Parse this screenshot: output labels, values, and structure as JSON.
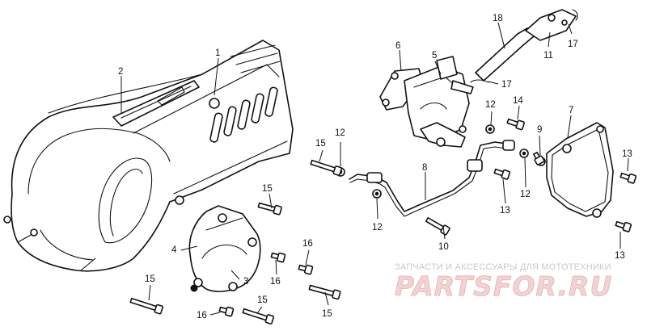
{
  "callouts": {
    "c1": "1",
    "c2": "2",
    "c3": "3",
    "c4": "4",
    "c5": "5",
    "c6": "6",
    "c7": "7",
    "c8": "8",
    "c9": "9",
    "c10": "10",
    "c11": "11",
    "c12a": "12",
    "c12b": "12",
    "c12c": "12",
    "c12d": "12",
    "c13a": "13",
    "c13b": "13",
    "c13c": "13",
    "c14": "14",
    "c15a": "15",
    "c15b": "15",
    "c15c": "15",
    "c15d": "15",
    "c15e": "15",
    "c16a": "16",
    "c16b": "16",
    "c16c": "16",
    "c17a": "17",
    "c17b": "17",
    "c18": "18"
  },
  "watermark": {
    "line1": "ЗАПЧАСТИ И АКСЕССУАРЫ ДЛЯ МОТОТЕХНИКИ",
    "line2": "PARTSFOR.RU"
  },
  "colors": {
    "ink": "#111111",
    "watermark_text": "#c9c9c9",
    "watermark_logo_fill": "#f2d3d3",
    "watermark_logo_stroke": "#e6b1b1"
  }
}
